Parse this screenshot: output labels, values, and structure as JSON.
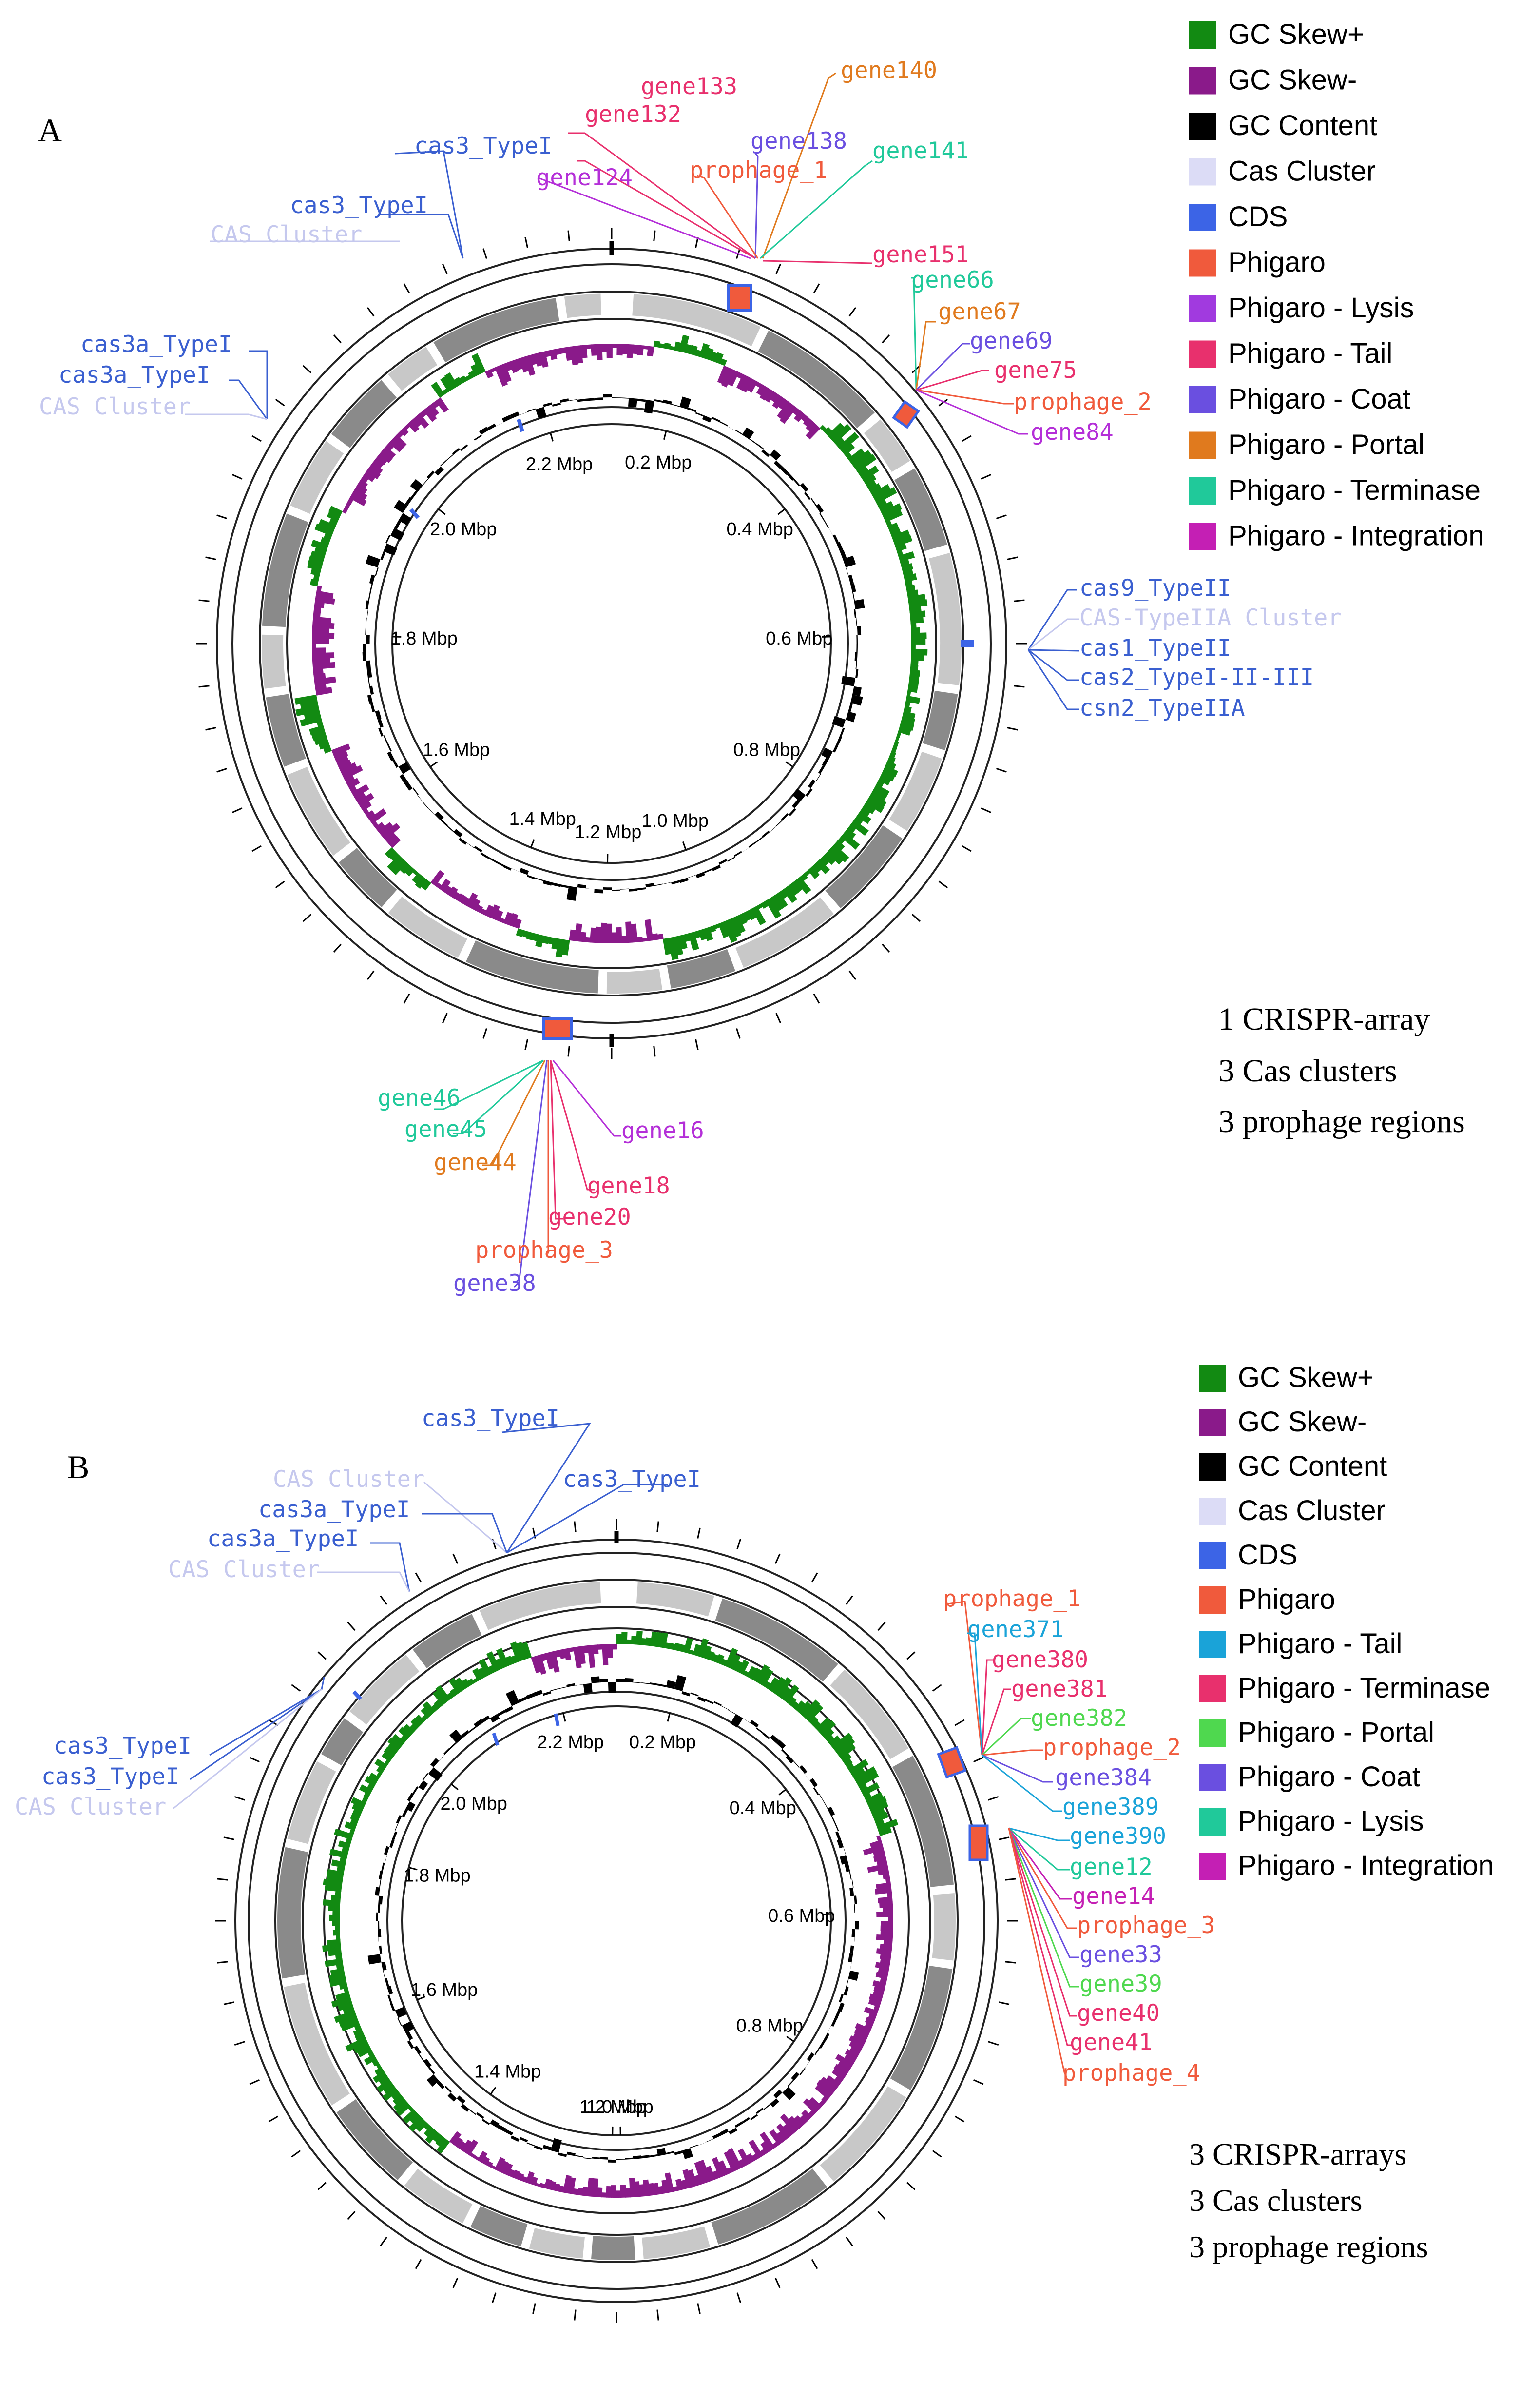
{
  "panels": [
    {
      "panel_label": "A",
      "tick_labels": [
        {
          "text": "0.2 Mbp",
          "frac": 0.04
        },
        {
          "text": "0.4 Mbp",
          "frac": 0.145
        },
        {
          "text": "0.6 Mbp",
          "frac": 0.245
        },
        {
          "text": "0.8 Mbp",
          "frac": 0.345
        },
        {
          "text": "1.0 Mbp",
          "frac": 0.445
        },
        {
          "text": "1.2 Mbp",
          "frac": 0.503
        },
        {
          "text": "1.4 Mbp",
          "frac": 0.56
        },
        {
          "text": "1.6 Mbp",
          "frac": 0.655
        },
        {
          "text": "1.8 Mbp",
          "frac": 0.755
        },
        {
          "text": "2.0 Mbp",
          "frac": 0.855
        },
        {
          "text": "2.2 Mbp",
          "frac": 0.955
        }
      ],
      "feature_labels": [
        {
          "text": "cas3_TypeI",
          "color": "#3a5fd0"
        },
        {
          "text": "cas3_TypeI",
          "color": "#3a5fd0"
        },
        {
          "text": "CAS Cluster",
          "color": "#c5c8ee"
        },
        {
          "text": "cas3a_TypeI",
          "color": "#3a5fd0"
        },
        {
          "text": "cas3a_TypeI",
          "color": "#3a5fd0"
        },
        {
          "text": "CAS Cluster",
          "color": "#c5c8ee"
        },
        {
          "text": "gene133",
          "color": "#e8306d"
        },
        {
          "text": "gene132",
          "color": "#e8306d"
        },
        {
          "text": "gene140",
          "color": "#e07a1e"
        },
        {
          "text": "gene138",
          "color": "#6a4fe0"
        },
        {
          "text": "gene141",
          "color": "#20c99a"
        },
        {
          "text": "prophage_1",
          "color": "#f05a3c"
        },
        {
          "text": "gene124",
          "color": "#b42fd8"
        },
        {
          "text": "gene151",
          "color": "#e8306d"
        },
        {
          "text": "gene66",
          "color": "#20c99a"
        },
        {
          "text": "gene67",
          "color": "#e07a1e"
        },
        {
          "text": "gene69",
          "color": "#6a4fe0"
        },
        {
          "text": "gene75",
          "color": "#e8306d"
        },
        {
          "text": "prophage_2",
          "color": "#f05a3c"
        },
        {
          "text": "gene84",
          "color": "#b42fd8"
        },
        {
          "text": "cas9_TypeII",
          "color": "#3a5fd0"
        },
        {
          "text": "CAS-TypeIIA Cluster",
          "color": "#c5c8ee"
        },
        {
          "text": "cas1_TypeII",
          "color": "#3a5fd0"
        },
        {
          "text": "cas2_TypeI-II-III",
          "color": "#3a5fd0"
        },
        {
          "text": "csn2_TypeIIA",
          "color": "#3a5fd0"
        },
        {
          "text": "gene46",
          "color": "#20c99a"
        },
        {
          "text": "gene45",
          "color": "#20c99a"
        },
        {
          "text": "gene44",
          "color": "#e07a1e"
        },
        {
          "text": "gene16",
          "color": "#b42fd8"
        },
        {
          "text": "gene18",
          "color": "#e8306d"
        },
        {
          "text": "gene20",
          "color": "#e8306d"
        },
        {
          "text": "prophage_3",
          "color": "#f05a3c"
        },
        {
          "text": "gene38",
          "color": "#6a4fe0"
        }
      ],
      "legend": [
        {
          "label": "GC Skew+",
          "color": "#128a12"
        },
        {
          "label": "GC Skew-",
          "color": "#8a1a8a"
        },
        {
          "label": "GC Content",
          "color": "#000000"
        },
        {
          "label": "Cas Cluster",
          "color": "#dcdcf6"
        },
        {
          "label": "CDS",
          "color": "#3c64e6"
        },
        {
          "label": "Phigaro",
          "color": "#f05a3c"
        },
        {
          "label": "Phigaro - Lysis",
          "color": "#a13adf"
        },
        {
          "label": "Phigaro - Tail",
          "color": "#e8306d"
        },
        {
          "label": "Phigaro - Coat",
          "color": "#6a4fe0"
        },
        {
          "label": "Phigaro - Portal",
          "color": "#e07a1e"
        },
        {
          "label": "Phigaro - Terminase",
          "color": "#20c99a"
        },
        {
          "label": "Phigaro - Integration",
          "color": "#c41fb4"
        }
      ],
      "summary": [
        "1 CRISPR-array",
        "3 Cas clusters",
        "3 prophage regions"
      ]
    },
    {
      "panel_label": "B",
      "tick_labels": [
        {
          "text": "0.2 Mbp",
          "frac": 0.04
        },
        {
          "text": "0.4 Mbp",
          "frac": 0.145
        },
        {
          "text": "0.6 Mbp",
          "frac": 0.245
        },
        {
          "text": "0.8 Mbp",
          "frac": 0.345
        },
        {
          "text": "1.0 Mbp",
          "frac": 0.497
        },
        {
          "text": "1.2 Mbp",
          "frac": 0.503
        },
        {
          "text": "1.4 Mbp",
          "frac": 0.6
        },
        {
          "text": "1.6 Mbp",
          "frac": 0.69
        },
        {
          "text": "1.8 Mbp",
          "frac": 0.79
        },
        {
          "text": "2.0 Mbp",
          "frac": 0.86
        },
        {
          "text": "2.2 Mbp",
          "frac": 0.96
        }
      ],
      "feature_labels": [
        {
          "text": "cas3_TypeI",
          "color": "#3a5fd0"
        },
        {
          "text": "CAS Cluster",
          "color": "#c5c8ee"
        },
        {
          "text": "cas3_TypeI",
          "color": "#3a5fd0"
        },
        {
          "text": "cas3a_TypeI",
          "color": "#3a5fd0"
        },
        {
          "text": "cas3a_TypeI",
          "color": "#3a5fd0"
        },
        {
          "text": "CAS Cluster",
          "color": "#c5c8ee"
        },
        {
          "text": "cas3_TypeI",
          "color": "#3a5fd0"
        },
        {
          "text": "cas3_TypeI",
          "color": "#3a5fd0"
        },
        {
          "text": "CAS Cluster",
          "color": "#c5c8ee"
        },
        {
          "text": "prophage_1",
          "color": "#f05a3c"
        },
        {
          "text": "gene371",
          "color": "#1aa3d8"
        },
        {
          "text": "gene380",
          "color": "#e8306d"
        },
        {
          "text": "gene381",
          "color": "#e8306d"
        },
        {
          "text": "gene382",
          "color": "#4fd84f"
        },
        {
          "text": "prophage_2",
          "color": "#f05a3c"
        },
        {
          "text": "gene384",
          "color": "#6a4fe0"
        },
        {
          "text": "gene389",
          "color": "#1aa3d8"
        },
        {
          "text": "gene390",
          "color": "#1aa3d8"
        },
        {
          "text": "gene12",
          "color": "#20c99a"
        },
        {
          "text": "gene14",
          "color": "#c41fb4"
        },
        {
          "text": "prophage_3",
          "color": "#f05a3c"
        },
        {
          "text": "gene33",
          "color": "#6a4fe0"
        },
        {
          "text": "gene39",
          "color": "#4fd84f"
        },
        {
          "text": "gene40",
          "color": "#e8306d"
        },
        {
          "text": "gene41",
          "color": "#e8306d"
        },
        {
          "text": "prophage_4",
          "color": "#f05a3c"
        }
      ],
      "legend": [
        {
          "label": "GC Skew+",
          "color": "#128a12"
        },
        {
          "label": "GC Skew-",
          "color": "#8a1a8a"
        },
        {
          "label": "GC Content",
          "color": "#000000"
        },
        {
          "label": "Cas Cluster",
          "color": "#dcdcf6"
        },
        {
          "label": "CDS",
          "color": "#3c64e6"
        },
        {
          "label": "Phigaro",
          "color": "#f05a3c"
        },
        {
          "label": "Phigaro - Tail",
          "color": "#1aa3d8"
        },
        {
          "label": "Phigaro - Terminase",
          "color": "#e8306d"
        },
        {
          "label": "Phigaro - Portal",
          "color": "#4fd84f"
        },
        {
          "label": "Phigaro - Coat",
          "color": "#6a4fe0"
        },
        {
          "label": "Phigaro - Lysis",
          "color": "#20c99a"
        },
        {
          "label": "Phigaro - Integration",
          "color": "#c41fb4"
        }
      ],
      "summary": [
        "3 CRISPR-arrays",
        "3 Cas clusters",
        "3 prophage regions"
      ]
    }
  ],
  "colors": {
    "ring": "#222222",
    "cds_light": "#c8c8c8",
    "cds_dark": "#8a8a8a",
    "skew_pos": "#128a12",
    "skew_neg": "#8a1a8a",
    "gc": "#000000",
    "crispr": "#3c64e6",
    "prophage": "#f05a3c"
  }
}
